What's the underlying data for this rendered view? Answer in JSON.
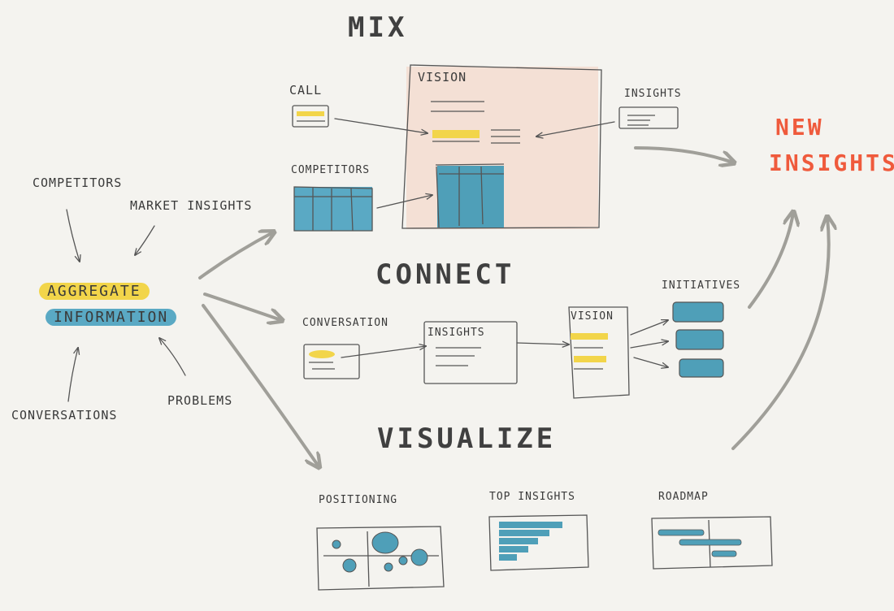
{
  "titles": {
    "mix": "MIX",
    "connect": "CONNECT",
    "visualize": "VISUALIZE"
  },
  "sources": {
    "competitors": "COMPETITORS",
    "market_insights": "MARKET INSIGHTS",
    "conversations": "CONVERSATIONS",
    "problems": "PROBLEMS"
  },
  "hub": {
    "line1": "AGGREGATE",
    "line2": "INFORMATION"
  },
  "mix": {
    "call": "CALL",
    "vision": "VISION",
    "insights": "INSIGHTS",
    "competitors": "COMPETITORS"
  },
  "connect": {
    "conversation": "CONVERSATION",
    "insights": "INSIGHTS",
    "vision": "VISION",
    "initiatives": "INITIATIVES"
  },
  "visualize": {
    "positioning": "POSITIONING",
    "top_insights": "TOP INSIGHTS",
    "roadmap": "ROADMAP"
  },
  "result": {
    "line1": "NEW",
    "line2": "INSIGHTS"
  },
  "colors": {
    "background": "#f4f3ef",
    "yellow": "#f2d54a",
    "blue": "#5aa9c4",
    "peach": "#f4e0d5",
    "red": "#ef5a3c",
    "arrow_gray": "#a09f99"
  }
}
